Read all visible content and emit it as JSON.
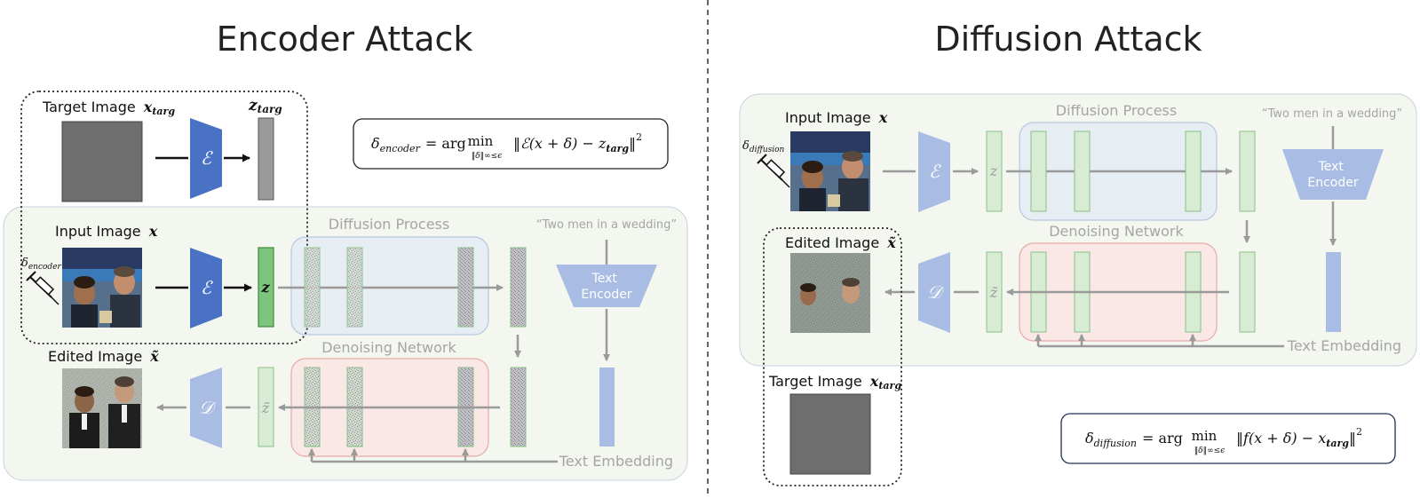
{
  "left": {
    "title": "Encoder Attack",
    "target_label": "Target Image",
    "target_var": "x",
    "target_sub": "targ",
    "z_targ_var": "z",
    "z_targ_sub": "targ",
    "input_label": "Input Image",
    "input_var": "x",
    "delta_sym": "δ",
    "delta_sub": "encoder",
    "edited_label": "Edited Image",
    "edited_var": "x̃",
    "encoder_sym": "ℰ",
    "decoder_sym": "𝒟",
    "z_sym": "z",
    "ztilde_sym": "z̃",
    "diffusion_process": "Diffusion Process",
    "denoising_network": "Denoising Network",
    "prompt": "“Two men in a wedding”",
    "text_encoder_line1": "Text",
    "text_encoder_line2": "Encoder",
    "text_embedding": "Text Embedding",
    "formula": {
      "lhs": "δ",
      "lhs_sub": "encoder",
      "eq": "= arg",
      "min": "min",
      "min_sub": "‖δ‖∞≤ϵ",
      "body": "‖ℰ(x + δ) − z",
      "body_sub": "targ",
      "close": "‖",
      "pow": "2"
    }
  },
  "right": {
    "title": "Diffusion Attack",
    "input_label": "Input Image",
    "input_var": "x",
    "delta_sym": "δ",
    "delta_sub": "diffusion",
    "edited_label": "Edited Image",
    "edited_var": "x̃",
    "target_label": "Target Image",
    "target_var": "x",
    "target_sub": "targ",
    "encoder_sym": "ℰ",
    "decoder_sym": "𝒟",
    "z_sym": "z",
    "ztilde_sym": "z̃",
    "diffusion_process": "Diffusion Process",
    "denoising_network": "Denoising Network",
    "prompt": "“Two men in a wedding”",
    "text_encoder_line1": "Text",
    "text_encoder_line2": "Encoder",
    "text_embedding": "Text Embedding",
    "formula": {
      "lhs": "δ",
      "lhs_sub": "diffusion",
      "eq": "= arg",
      "min": "min",
      "min_sub": "‖δ‖∞≤ϵ",
      "body": "‖f(x + δ) − x",
      "body_sub": "targ",
      "close": "‖",
      "pow": "2"
    }
  },
  "colors": {
    "encoder_blue": "#4a72c4",
    "faded_blue": "#a9bde4",
    "green_fill": "#c8e6c0",
    "green_stroke": "#6aab6a",
    "panel_bg": "#f3f7ef",
    "process_blue_bg": "#e6edf3",
    "process_red_bg": "#f9e8e6",
    "arrow_gray": "#9a9a9a",
    "target_gray": "#6e6e6e"
  }
}
